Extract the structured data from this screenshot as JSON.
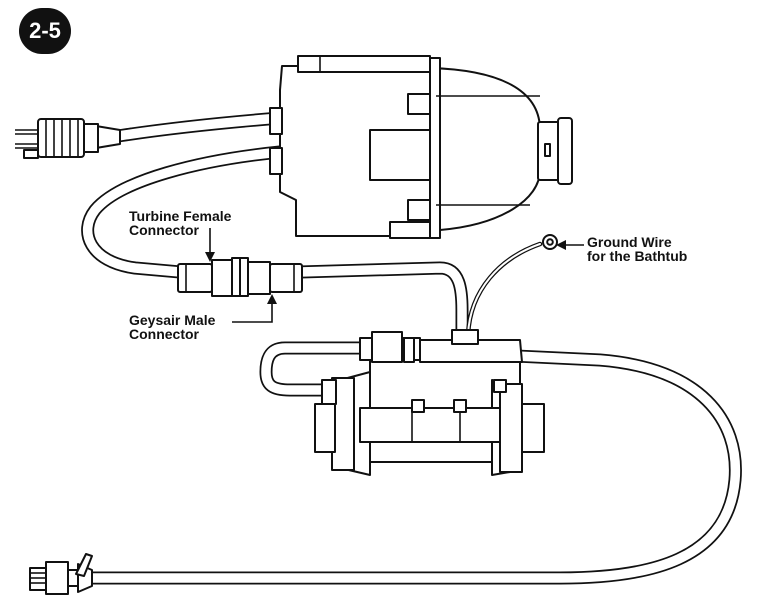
{
  "figure": {
    "badge": "2-5",
    "labels": {
      "turbine_female_line1": "Turbine Female",
      "turbine_female_line2": "Connector",
      "geysair_male_line1": "Geysair Male",
      "geysair_male_line2": "Connector",
      "ground_wire_line1": "Ground Wire",
      "ground_wire_line2": "for the Bathtub"
    }
  }
}
